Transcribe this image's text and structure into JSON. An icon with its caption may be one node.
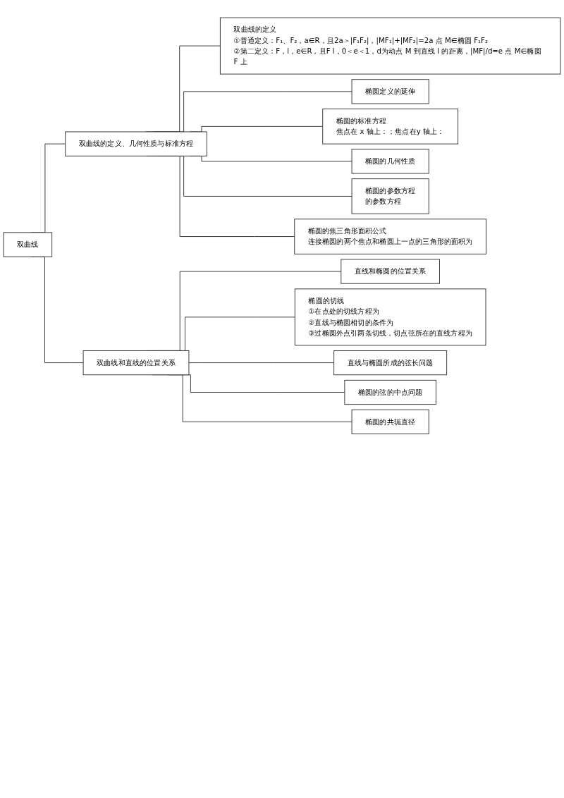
{
  "diagram": {
    "nodes": [
      {
        "text": [
          "双曲线"
        ]
      },
      {
        "text": [
          "双曲线的定义、几何性质与标准方程"
        ]
      },
      {
        "text": [
          "双曲线的定义",
          "①普通定义：F₁、F₂，a∈R，且2a＞|F₁F₂|，|MF₁|+|MF₂|=2a 点 M∈椭圆 F₁F₂",
          "②第二定义：F，l，e∈R，且F l，0＜e＜1，d为动点 M 到直线 l 的距离，|MF|/d=e 点 M∈椭圆 F 上"
        ]
      },
      {
        "text": [
          "椭圆定义的延伸"
        ]
      },
      {
        "text": [
          "椭圆的标准方程",
          "焦点在 x 轴上：；焦点在y 轴上："
        ]
      },
      {
        "text": [
          "椭圆的几何性质"
        ]
      },
      {
        "text": [
          "椭圆的参数方程",
          "的参数方程"
        ]
      },
      {
        "text": [
          "椭圆的焦三角形面积公式",
          "连接椭圆的两个焦点和椭圆上一点的三角形的面积为"
        ]
      },
      {
        "text": [
          "双曲线和直线的位置关系"
        ]
      },
      {
        "text": [
          "直线和椭圆的位置关系"
        ]
      },
      {
        "text": [
          "椭圆的切线",
          "①在点处的切线方程为",
          "②直线与椭圆相切的条件为",
          "③过椭圆外点引两条切线，切点弦所在的直线方程为"
        ]
      },
      {
        "text": [
          "直线与椭圆所成的弦长问题"
        ]
      },
      {
        "text": [
          "椭圆的弦的中点问题"
        ]
      },
      {
        "text": [
          "椭圆的共轭直径"
        ]
      }
    ],
    "edges": [
      {
        "from": 0,
        "to": 1,
        "arrow": "none"
      },
      {
        "from": 0,
        "to": 8,
        "arrow": "none"
      },
      {
        "from": 1,
        "to": 2,
        "arrow": "none"
      },
      {
        "from": 1,
        "to": 3,
        "arrow": "none"
      },
      {
        "from": 1,
        "to": 4,
        "arrow": "none"
      },
      {
        "from": 1,
        "to": 5,
        "arrow": "none"
      },
      {
        "from": 1,
        "to": 6,
        "arrow": "none"
      },
      {
        "from": 1,
        "to": 7,
        "arrow": "none"
      },
      {
        "from": 8,
        "to": 9,
        "arrow": "none"
      },
      {
        "from": 8,
        "to": 10,
        "arrow": "none"
      },
      {
        "from": 8,
        "to": 11,
        "arrow": "none"
      },
      {
        "from": 8,
        "to": 12,
        "arrow": "none"
      },
      {
        "from": 8,
        "to": 13,
        "arrow": "none"
      }
    ]
  }
}
